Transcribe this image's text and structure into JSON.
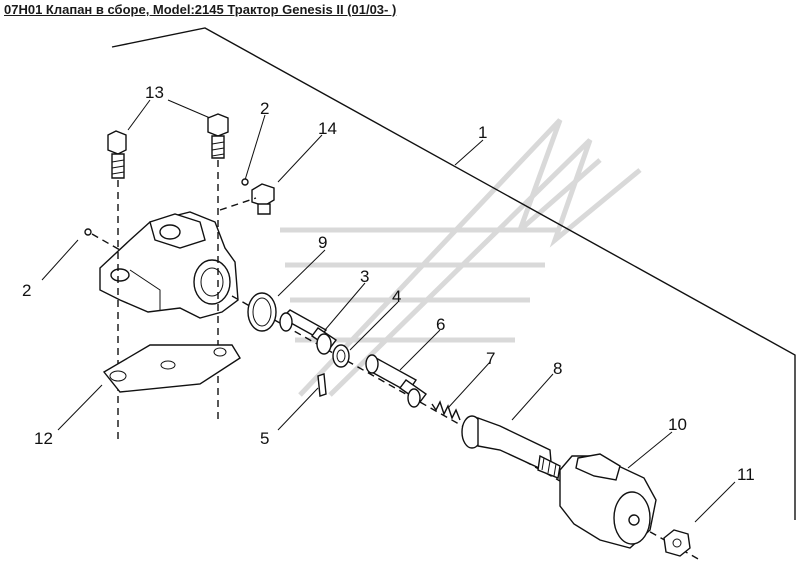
{
  "title": "07H01 Клапан в сборе, Model:2145 Трактор Genesis II (01/03- )",
  "callouts": {
    "c1": "1",
    "c2a": "2",
    "c2b": "2",
    "c3": "3",
    "c4": "4",
    "c5": "5",
    "c6": "6",
    "c7": "7",
    "c8": "8",
    "c9": "9",
    "c10": "10",
    "c11": "11",
    "c12": "12",
    "c13": "13",
    "c14": "14"
  },
  "colors": {
    "ink": "#111111",
    "watermark": "#d9d9d9"
  }
}
